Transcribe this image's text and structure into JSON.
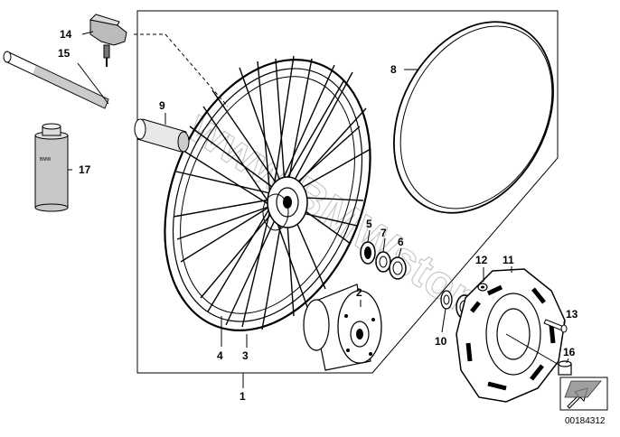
{
  "reference_number": "00184312",
  "watermark": "www.BMWstore.pl",
  "can_label": "BMW",
  "callouts": [
    {
      "id": "c1",
      "text": "1"
    },
    {
      "id": "c2",
      "text": "2"
    },
    {
      "id": "c3",
      "text": "3"
    },
    {
      "id": "c4",
      "text": "4"
    },
    {
      "id": "c5",
      "text": "5"
    },
    {
      "id": "c6",
      "text": "6"
    },
    {
      "id": "c7",
      "text": "7"
    },
    {
      "id": "c8",
      "text": "8"
    },
    {
      "id": "c9",
      "text": "9"
    },
    {
      "id": "c10",
      "text": "10"
    },
    {
      "id": "c11",
      "text": "11"
    },
    {
      "id": "c12",
      "text": "12"
    },
    {
      "id": "c13",
      "text": "13"
    },
    {
      "id": "c14",
      "text": "14"
    },
    {
      "id": "c15",
      "text": "15"
    },
    {
      "id": "c16",
      "text": "16"
    },
    {
      "id": "c17",
      "text": "17"
    }
  ]
}
